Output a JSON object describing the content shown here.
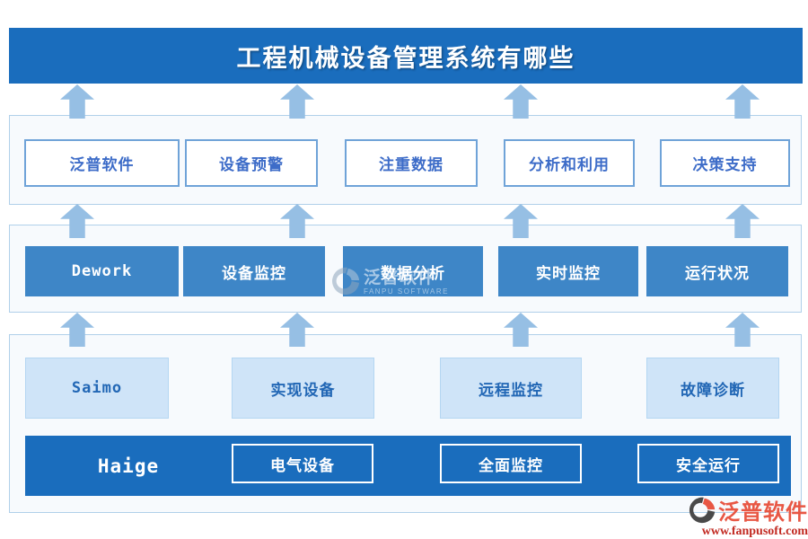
{
  "title": "工程机械设备管理系统有哪些",
  "colors": {
    "primary_blue": "#1a6dbd",
    "mid_blue": "#3e86c7",
    "arrow_blue": "#96bfe4",
    "light_box_bg": "#cfe4f8",
    "light_box_text": "#2267b5",
    "outline_box_border": "#6fa3d8",
    "outline_box_text": "#3d6cc8",
    "panel_bg": "#f7fafd",
    "panel_border": "#b0d0ea",
    "logo_orange": "#e85744",
    "url_red": "#c22a22"
  },
  "level1": {
    "items": [
      "泛普软件",
      "设备预警",
      "注重数据",
      "分析和利用",
      "决策支持"
    ]
  },
  "level2": {
    "items": [
      "Dework",
      "设备监控",
      "数据分析",
      "实时监控",
      "运行状况"
    ]
  },
  "level3": {
    "items": [
      "Saimo",
      "实现设备",
      "远程监控",
      "故障诊断"
    ]
  },
  "level4": {
    "brand": "Haige",
    "items": [
      "电气设备",
      "全面监控",
      "安全运行"
    ]
  },
  "watermark": {
    "name": "泛普软件",
    "subname": "FANPU SOFTWARE"
  },
  "logo": {
    "icon": "fanpu-swirl-icon",
    "name": "泛普软件",
    "url": "www.fanpusoft.com"
  }
}
